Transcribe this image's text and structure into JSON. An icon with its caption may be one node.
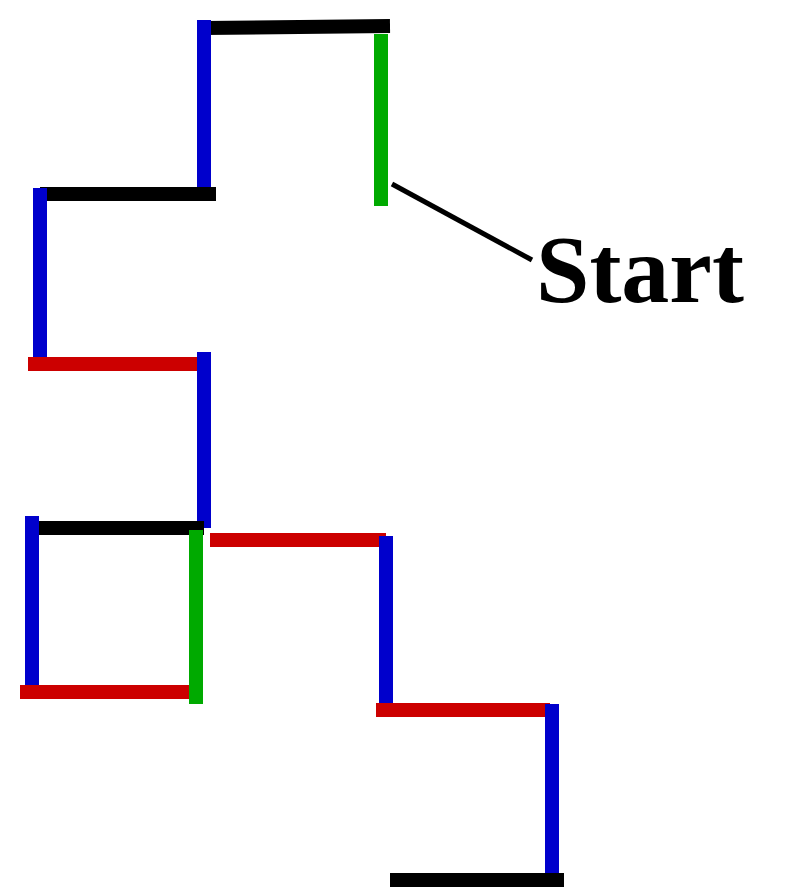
{
  "diagram": {
    "nodes": [
      {
        "text": [
          "Start"
        ]
      },
      {
        "text": [],
        "shape": "bar"
      }
    ],
    "edges": [
      {
        "from": 0,
        "to": 1,
        "arrow": "none"
      }
    ]
  }
}
